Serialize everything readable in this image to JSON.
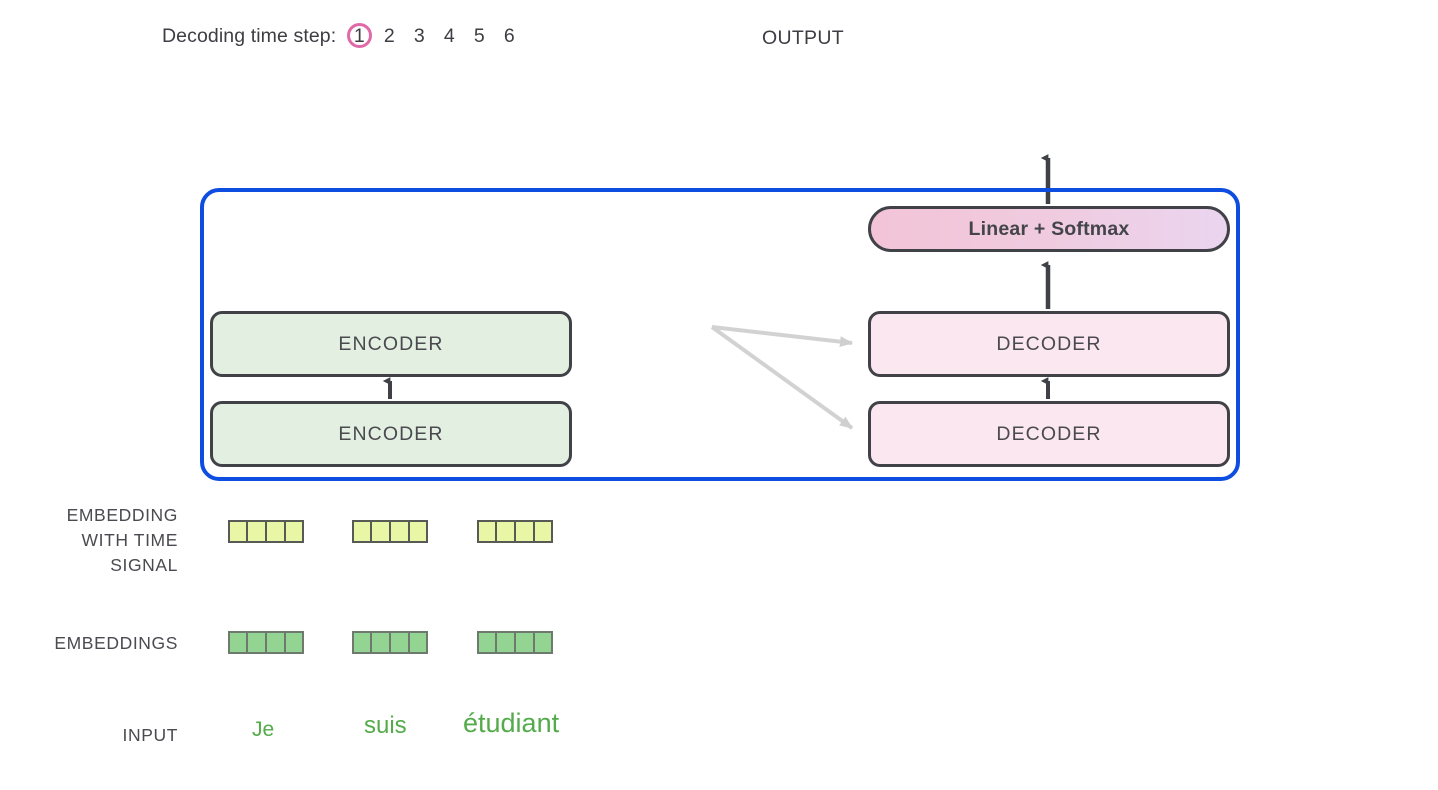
{
  "header": {
    "decoding_label": "Decoding time step:",
    "steps": [
      "1",
      "2",
      "3",
      "4",
      "5",
      "6"
    ],
    "active_step_index": 0,
    "active_step_color": "#e06aa8",
    "output_label": "OUTPUT"
  },
  "model": {
    "border_color": "#0d4ee0",
    "linear_softmax_label": "Linear + Softmax",
    "encoder_label": "ENCODER",
    "decoder_label": "DECODER",
    "encoder_stack": [
      "ENCODER",
      "ENCODER"
    ],
    "decoder_stack": [
      "DECODER",
      "DECODER"
    ],
    "encoder_color": "#e3efe1",
    "decoder_color": "#fbe7ef",
    "block_border_color": "#404247",
    "cross_arrow_color": "#cfcfcf",
    "flow_arrow_color": "#3f4146"
  },
  "rows": {
    "embedding_with_time_label": "EMBEDDING\nWITH TIME\nSIGNAL",
    "embedding_with_time_lines": [
      "EMBEDDING",
      "WITH TIME",
      "SIGNAL"
    ],
    "embeddings_label": "EMBEDDINGS",
    "input_label": "INPUT"
  },
  "vectors": {
    "cells_per_group": 4,
    "groups": 3,
    "time_signal_color": "#e9f6a6",
    "embeddings_color": "#93d493"
  },
  "input_words": [
    {
      "text": "Je",
      "color": "#53ab4a"
    },
    {
      "text": "suis",
      "color": "#53ab4a"
    },
    {
      "text": "étudiant",
      "color": "#53ab4a"
    }
  ]
}
